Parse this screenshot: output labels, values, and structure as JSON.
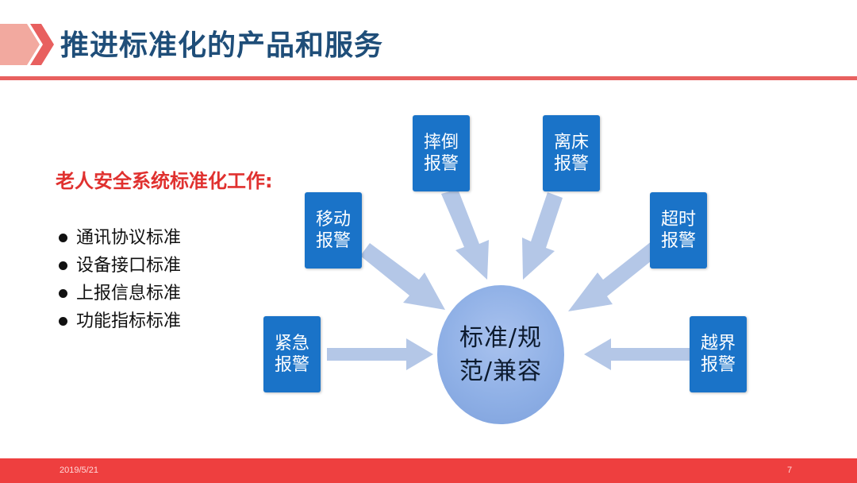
{
  "header": {
    "title": "推进标准化的产品和服务"
  },
  "left": {
    "subtitle": "老人安全系统标准化工作:",
    "items": [
      "通讯协议标准",
      "设备接口标准",
      "上报信息标准",
      "功能指标标准"
    ]
  },
  "diagram": {
    "center": {
      "line1": "标准/规",
      "line2": "范/兼容"
    },
    "boxes": [
      {
        "id": "emergency",
        "line1": "紧急",
        "line2": "报警"
      },
      {
        "id": "move",
        "line1": "移动",
        "line2": "报警"
      },
      {
        "id": "fall",
        "line1": "摔倒",
        "line2": "报警"
      },
      {
        "id": "leave-bed",
        "line1": "离床",
        "line2": "报警"
      },
      {
        "id": "timeout",
        "line1": "超时",
        "line2": "报警"
      },
      {
        "id": "boundary",
        "line1": "越界",
        "line2": "报警"
      }
    ]
  },
  "footer": {
    "date": "2019/5/21",
    "page": "7"
  },
  "colors": {
    "title": "#1f4e79",
    "accent_red": "#e8605f",
    "box_blue": "#1a73c8",
    "arrow": "#b4c7e7",
    "subtitle_red": "#e0312f"
  }
}
